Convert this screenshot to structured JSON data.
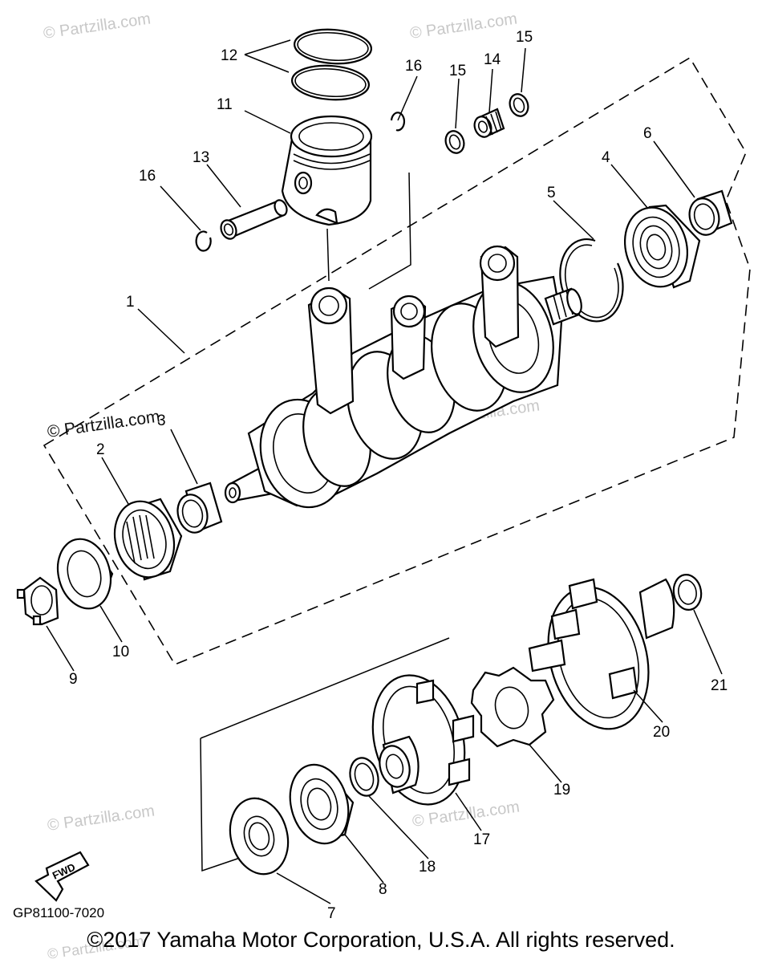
{
  "watermarks": [
    "© Partzilla.com",
    "© Partzilla.com",
    "© Partzilla.com",
    "© Partzilla.com",
    "© Partzilla.com",
    "© Partzilla.com",
    "© Partzilla.com"
  ],
  "callouts": [
    "1",
    "2",
    "3",
    "4",
    "5",
    "6",
    "7",
    "8",
    "9",
    "10",
    "11",
    "12",
    "13",
    "14",
    "15",
    "15",
    "16",
    "16",
    "17",
    "18",
    "19",
    "20",
    "21"
  ],
  "fwd_label": "FWD",
  "diagram_code": "GP81100-7020",
  "copyright": "©2017 Yamaha Motor Corporation, U.S.A. All rights reserved."
}
